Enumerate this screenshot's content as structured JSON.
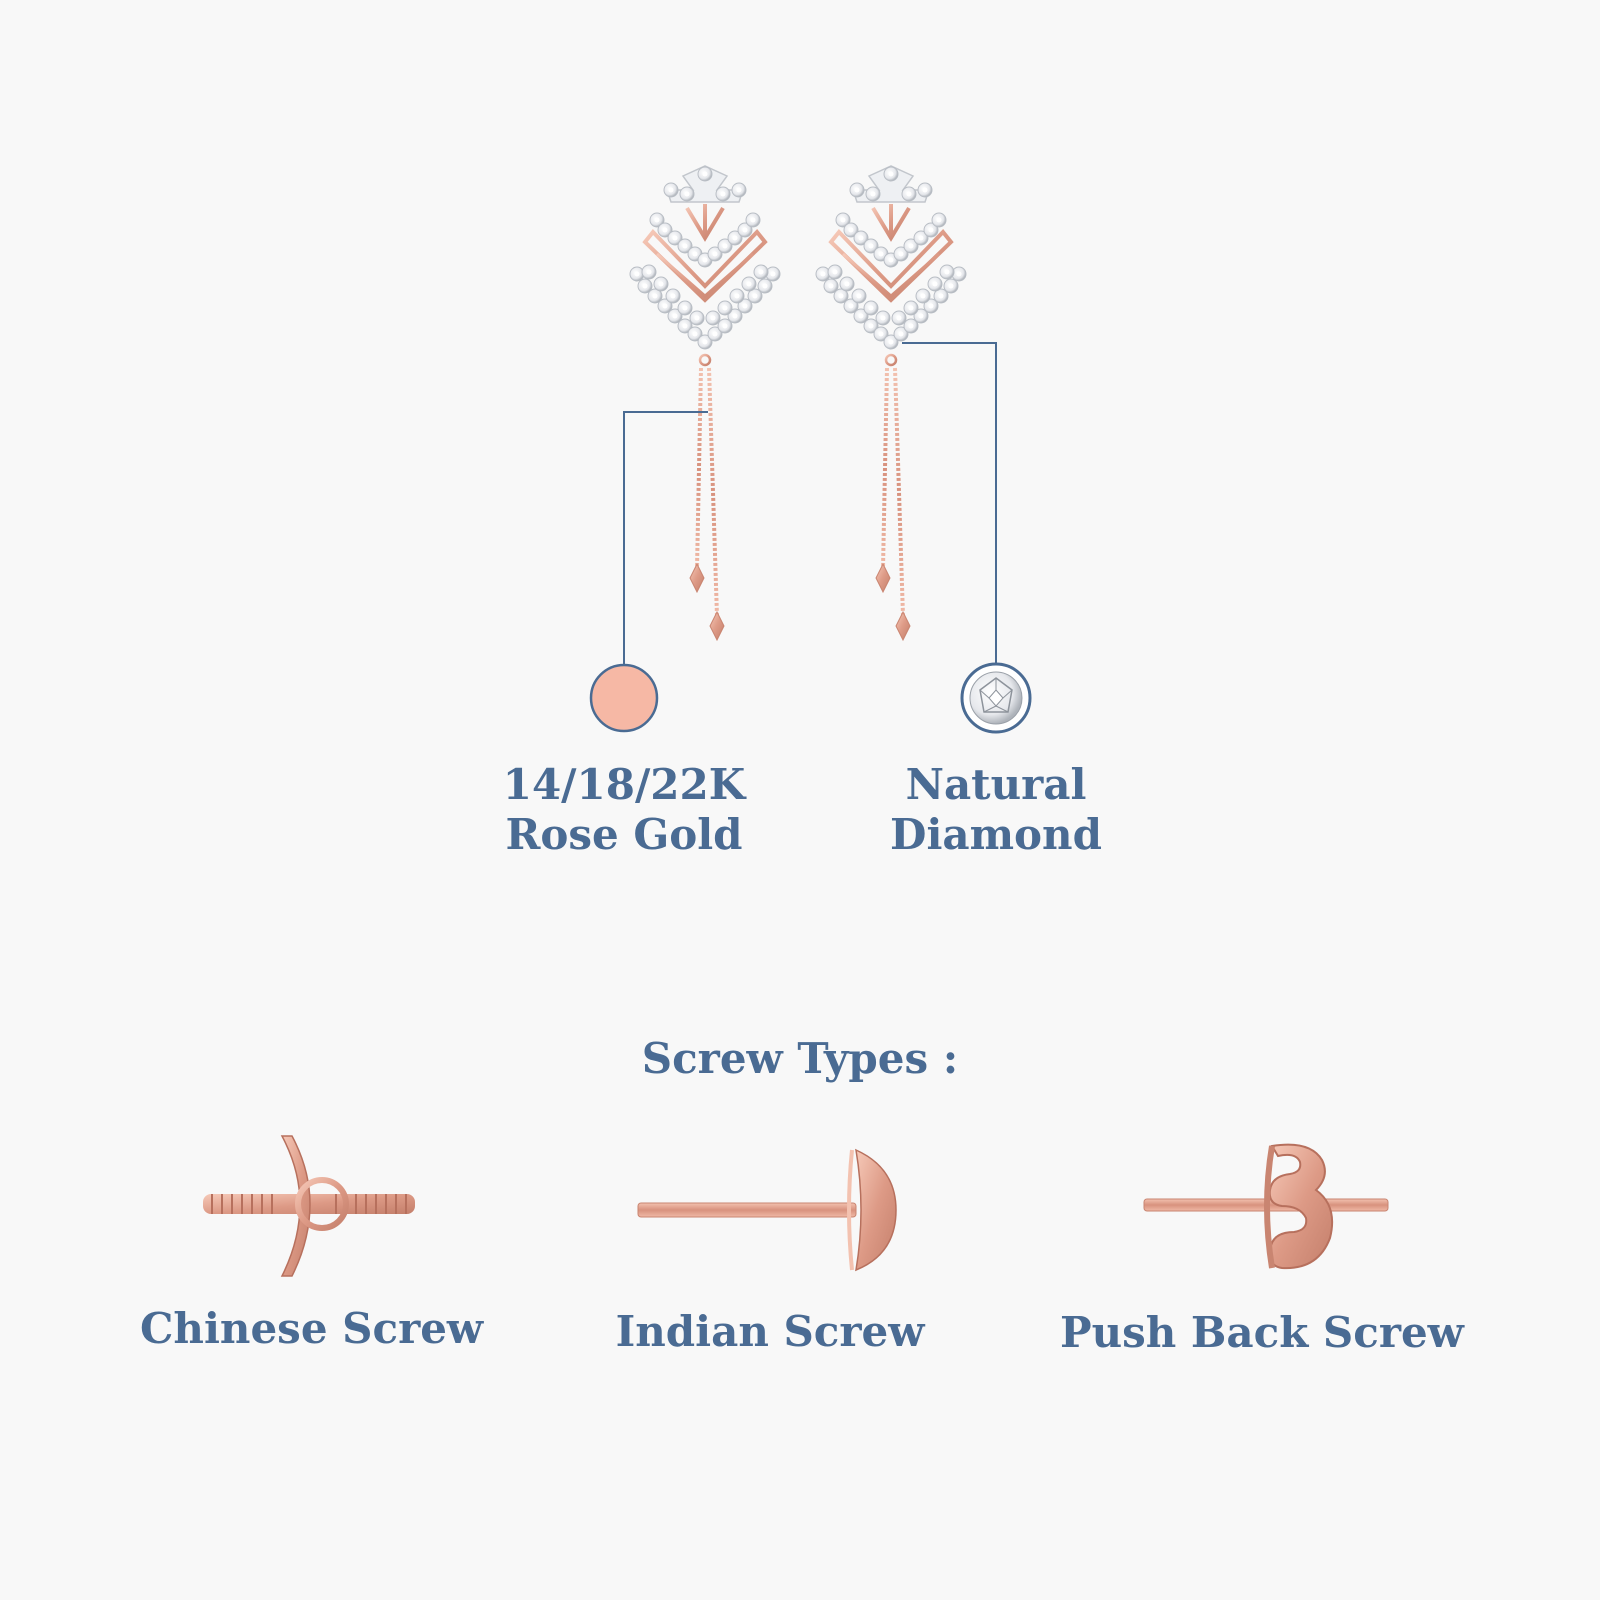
{
  "colors": {
    "label_text": "#4a6b93",
    "callout_line": "#4a6b93",
    "rose_gold": "#e8a492",
    "rose_gold_light": "#f4c1b0",
    "rose_gold_dark": "#c98571",
    "diamond_white": "#ffffff",
    "diamond_grey": "#cfd3d8",
    "background": "#f8f8f8"
  },
  "materials": [
    {
      "line1": "14/18/22K",
      "line2": "Rose Gold",
      "swatch": "rose-gold-swatch"
    },
    {
      "line1": "Natural",
      "line2": "Diamond",
      "swatch": "diamond-swatch"
    }
  ],
  "screw_section": {
    "heading": "Screw Types :",
    "types": [
      {
        "label": "Chinese Screw",
        "icon": "chinese-screw-icon"
      },
      {
        "label": "Indian Screw",
        "icon": "indian-screw-icon"
      },
      {
        "label": "Push Back Screw",
        "icon": "push-back-screw-icon"
      }
    ]
  }
}
